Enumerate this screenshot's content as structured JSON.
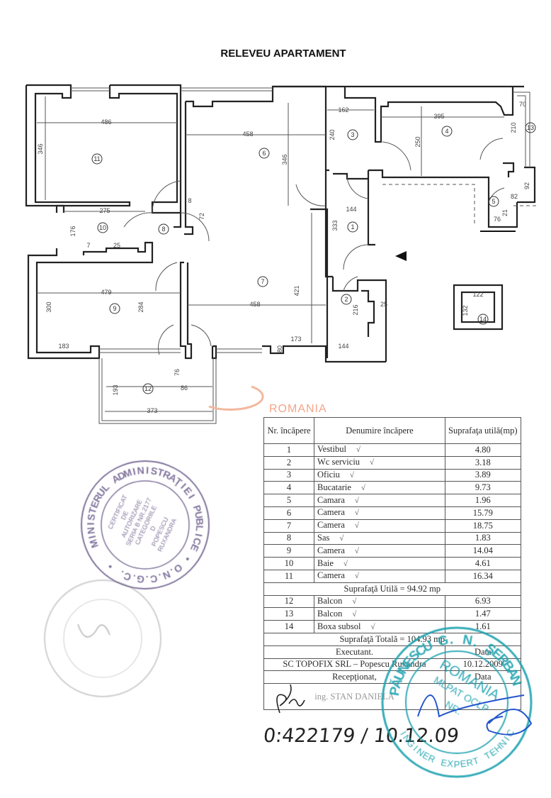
{
  "title": "RELEVEU APARTAMENT",
  "plan": {
    "dimensions": [
      "486",
      "346",
      "458",
      "346",
      "162",
      "240",
      "395",
      "250",
      "70",
      "210",
      "82",
      "92",
      "76",
      "21",
      "144",
      "333",
      "275",
      "176",
      "7",
      "25",
      "8",
      "72",
      "479",
      "300",
      "284",
      "458",
      "421",
      "183",
      "173",
      "80",
      "144",
      "216",
      "25",
      "193",
      "76",
      "86",
      "373",
      "122",
      "132"
    ],
    "room_numbers": [
      "11",
      "6",
      "3",
      "4",
      "13",
      "5",
      "1",
      "10",
      "8",
      "7",
      "9",
      "2",
      "12",
      "14"
    ],
    "entrance_marker": "triangle-arrow-icon"
  },
  "table": {
    "header": {
      "nr": "Nr. încăpere",
      "name": "Denumire încăpere",
      "area": "Suprafaţa utilă(mp)"
    },
    "rooms": [
      {
        "nr": "1",
        "name": "Vestibul",
        "area": "4.80"
      },
      {
        "nr": "2",
        "name": "Wc serviciu",
        "area": "3.18"
      },
      {
        "nr": "3",
        "name": "Oficiu",
        "area": "3.89"
      },
      {
        "nr": "4",
        "name": "Bucatarie",
        "area": "9.73"
      },
      {
        "nr": "5",
        "name": "Camara",
        "area": "1.96"
      },
      {
        "nr": "6",
        "name": "Camera",
        "area": "15.79"
      },
      {
        "nr": "7",
        "name": "Camera",
        "area": "18.75"
      },
      {
        "nr": "8",
        "name": "Sas",
        "area": "1.83"
      },
      {
        "nr": "9",
        "name": "Camera",
        "area": "14.04"
      },
      {
        "nr": "10",
        "name": "Baie",
        "area": "4.61"
      },
      {
        "nr": "11",
        "name": "Camera",
        "area": "16.34"
      }
    ],
    "useful_total": "Suprafaţă Utilă = 94.92 mp",
    "extras": [
      {
        "nr": "12",
        "name": "Balcon",
        "area": "6.93"
      },
      {
        "nr": "13",
        "name": "Balcon",
        "area": "1.47"
      },
      {
        "nr": "14",
        "name": "Boxa subsol",
        "area": "1.61"
      }
    ],
    "grand_total": "Suprafaţă Totală = 104.93 mp",
    "executant_label": "Executant.",
    "date_label": "Data",
    "executant": "SC TOPOFIX SRL – Popescu Ruxandra",
    "executant_date": "10.12.2009",
    "received_label": "Recepţionat,",
    "received_date_label": "Data",
    "receiver": "ing. STAN DANIELA",
    "check_mark": "√"
  },
  "handwritten_note": "0:422179 / 10.12.09",
  "watermark": "ROMANIA",
  "stamps": {
    "left": {
      "ring": "MINISTERUL ADMINISTRAŢIEI PUBLICE • O.N.C.G.C. •",
      "inner": [
        "CERTIFICAT",
        "DE",
        "AUTORIZARE",
        "SERIA B NR.2177",
        "CATEGORIILE",
        "D",
        "POPESCU",
        "RUXANDRA"
      ],
      "color": "#6a5a8a"
    },
    "right": {
      "ring": "PĂUNESCU G. N. ŞERBAN",
      "inner": [
        "ROMANIA",
        "MLPAT OCLP",
        "NR."
      ],
      "bottom": "INGINER EXPERT TEHNIC",
      "color": "#1fa3b0"
    }
  }
}
